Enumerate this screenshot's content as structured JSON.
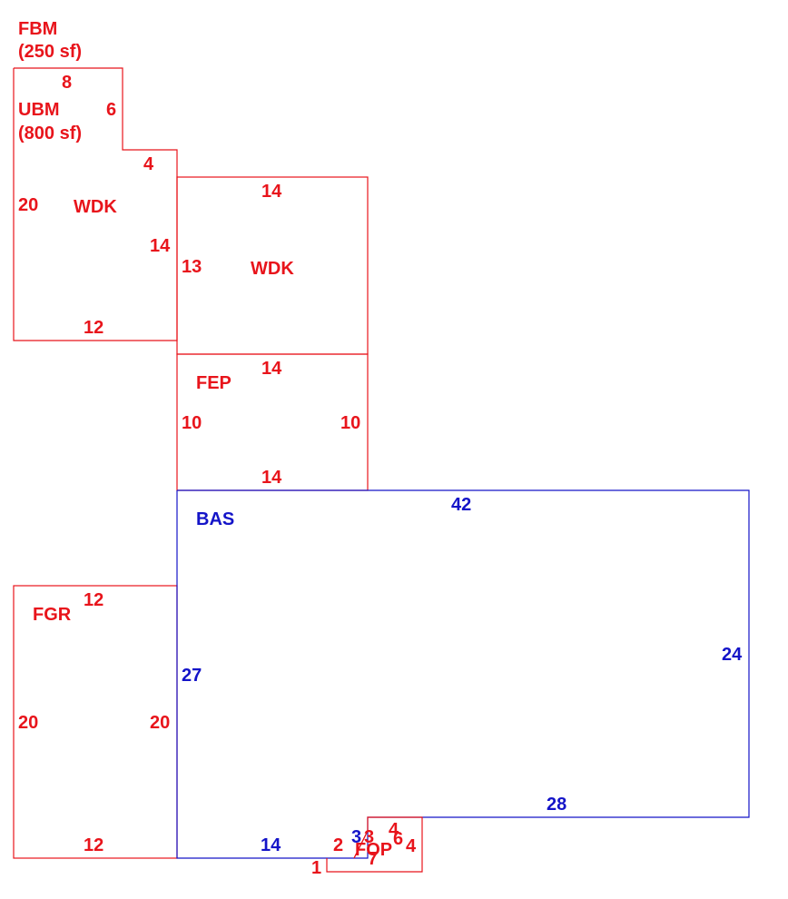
{
  "colors": {
    "red": "#e8141b",
    "blue": "#1414c8",
    "background": "#ffffff"
  },
  "header": {
    "fbm_label": "FBM",
    "fbm_area": "(250 sf)"
  },
  "ubm": {
    "label": "UBM",
    "area": "(800 sf)"
  },
  "wdk_left": {
    "label": "WDK",
    "top": "8",
    "right_upper": "6",
    "step": "4",
    "right_lower": "14",
    "left": "20",
    "bottom": "12"
  },
  "wdk_right": {
    "label": "WDK",
    "top": "14",
    "left": "13"
  },
  "fep": {
    "label": "FEP",
    "top": "14",
    "left": "10",
    "right": "10",
    "bottom": "14"
  },
  "bas": {
    "label": "BAS",
    "top": "42",
    "right": "24",
    "left": "27",
    "bottom_right": "28",
    "bottom_left": "14",
    "step_a": "3"
  },
  "fgr": {
    "label": "FGR",
    "top": "12",
    "left": "20",
    "right": "20",
    "bottom": "12"
  },
  "fop": {
    "label": "FOP",
    "d_2": "2",
    "d_1": "1",
    "d_7": "7",
    "d_3": "3",
    "d_4_top": "4",
    "d_6": "6",
    "d_4_right": "4"
  }
}
